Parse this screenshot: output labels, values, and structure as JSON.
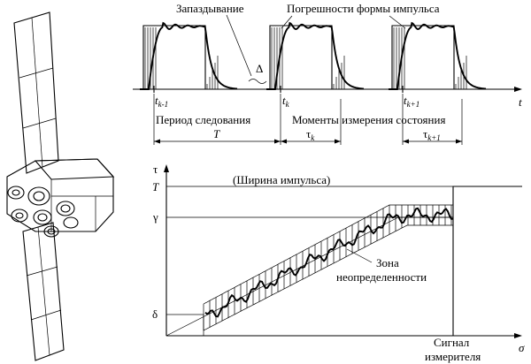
{
  "top_diagram": {
    "label_delay": "Запаздывание",
    "label_pulse_shape_errors": "Погрешности формы импульса",
    "label_delta": "Δ",
    "label_t_axis": "t",
    "ticks": [
      {
        "base": "t",
        "sub": "k-1"
      },
      {
        "base": "t",
        "sub": "k"
      },
      {
        "base": "t",
        "sub": "k+1"
      }
    ],
    "label_period": "Период следования",
    "label_T": "T",
    "label_moments": "Моменты измерения состояния",
    "taus": [
      {
        "base": "τ",
        "sub": "k"
      },
      {
        "base": "τ",
        "sub": "k+1"
      }
    ]
  },
  "bottom_diagram": {
    "axis_y": "τ",
    "axis_x": "σ",
    "label_T": "T",
    "label_gamma": "γ",
    "label_delta": "δ",
    "label_pulse_width": "(Ширина импульса)",
    "label_zone_line1": "Зона",
    "label_zone_line2": "неопределенности",
    "label_signal_line1": "Сигнал",
    "label_signal_line2": "измерителя"
  }
}
